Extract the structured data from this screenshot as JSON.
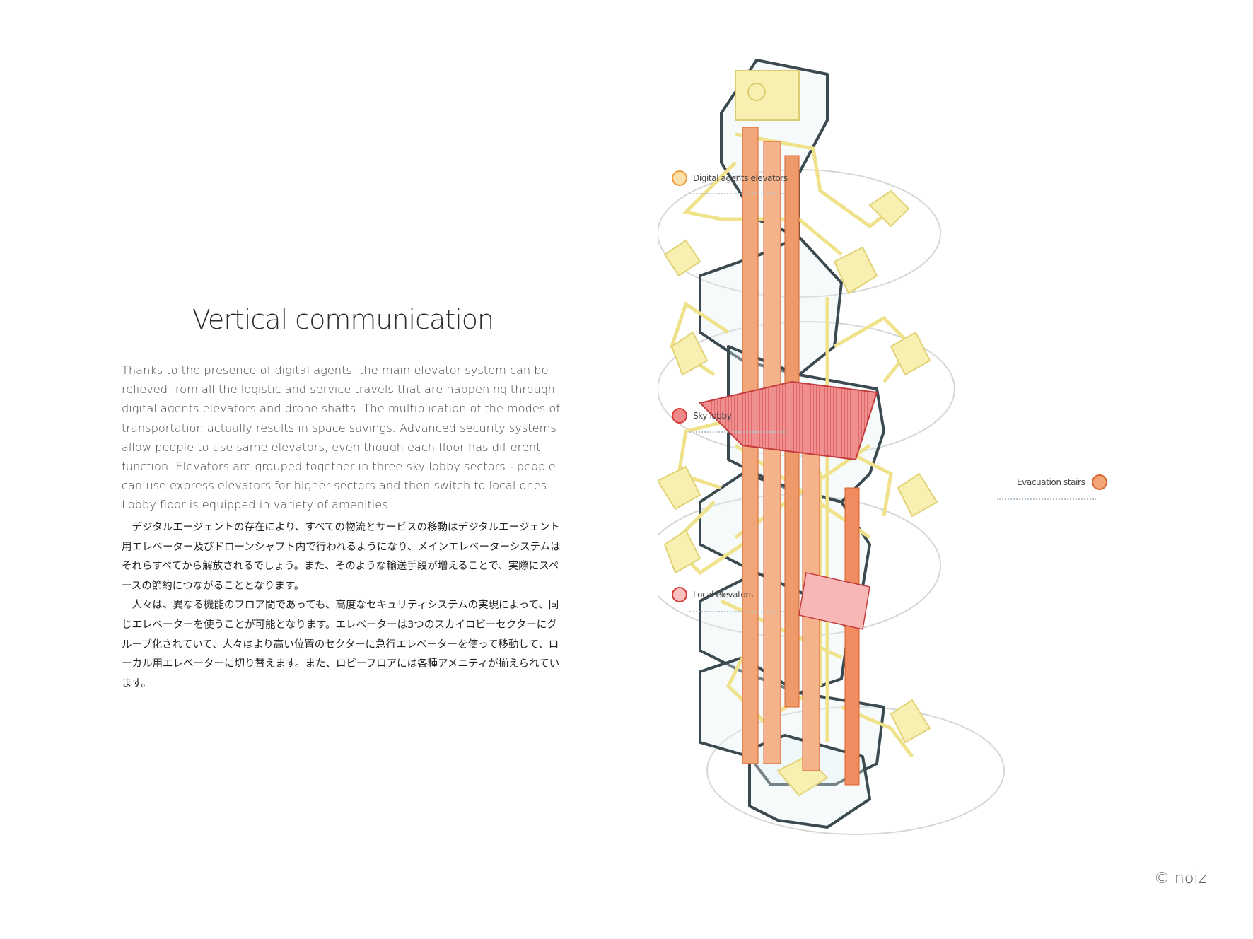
{
  "title": "Vertical communication",
  "body_en": "Thanks to the presence of digital agents, the main elevator system can be relieved from all the logistic and service travels that are happening through digital agents elevators and drone shafts. The multiplication of the modes of transportation actually results in space savings. Advanced security systems allow people to use same elevators, even though each floor has different function. Elevators are grouped together in three sky lobby sectors - people can use express elevators for higher sectors and then switch to local ones. Lobby floor is equipped in variety of amenities.",
  "body_jp": [
    "デジタルエージェントの存在により、すべての物流とサービスの移動はデジタルエージェント用エレベーター及びドローンシャフト内で行われるようになり、メインエレベーターシステムはそれらすべてから解放されるでしょう。また、そのような輸送手段が増えることで、実際にスペースの節約につながることとなります。",
    "人々は、異なる機能のフロア間であっても、高度なセキュリティシステムの実現によって、同じエレベーターを使うことが可能となります。エレベーターは3つのスカイロビーセクターにグループ化されていて、人々はより高い位置のセクターに急行エレベーターを使って移動して、ローカル用エレベーターに切り替えます。また、ロビーフロアには各種アメニティが揃えられています。"
  ],
  "legend": {
    "digital_agents": {
      "label": "Digital agents elevators",
      "fill": "#fbe0a8",
      "stroke": "#ee9a3a"
    },
    "sky_lobby": {
      "label": "Sky lobby",
      "fill": "#f08a8a",
      "stroke": "#d63838"
    },
    "evacuation": {
      "label": "Evacuation stairs",
      "fill": "#f2a77a",
      "stroke": "#d9622c"
    },
    "local": {
      "label": "Local elevators",
      "fill": "#f9c0c0",
      "stroke": "#d63838"
    }
  },
  "copyright": "© noiz"
}
